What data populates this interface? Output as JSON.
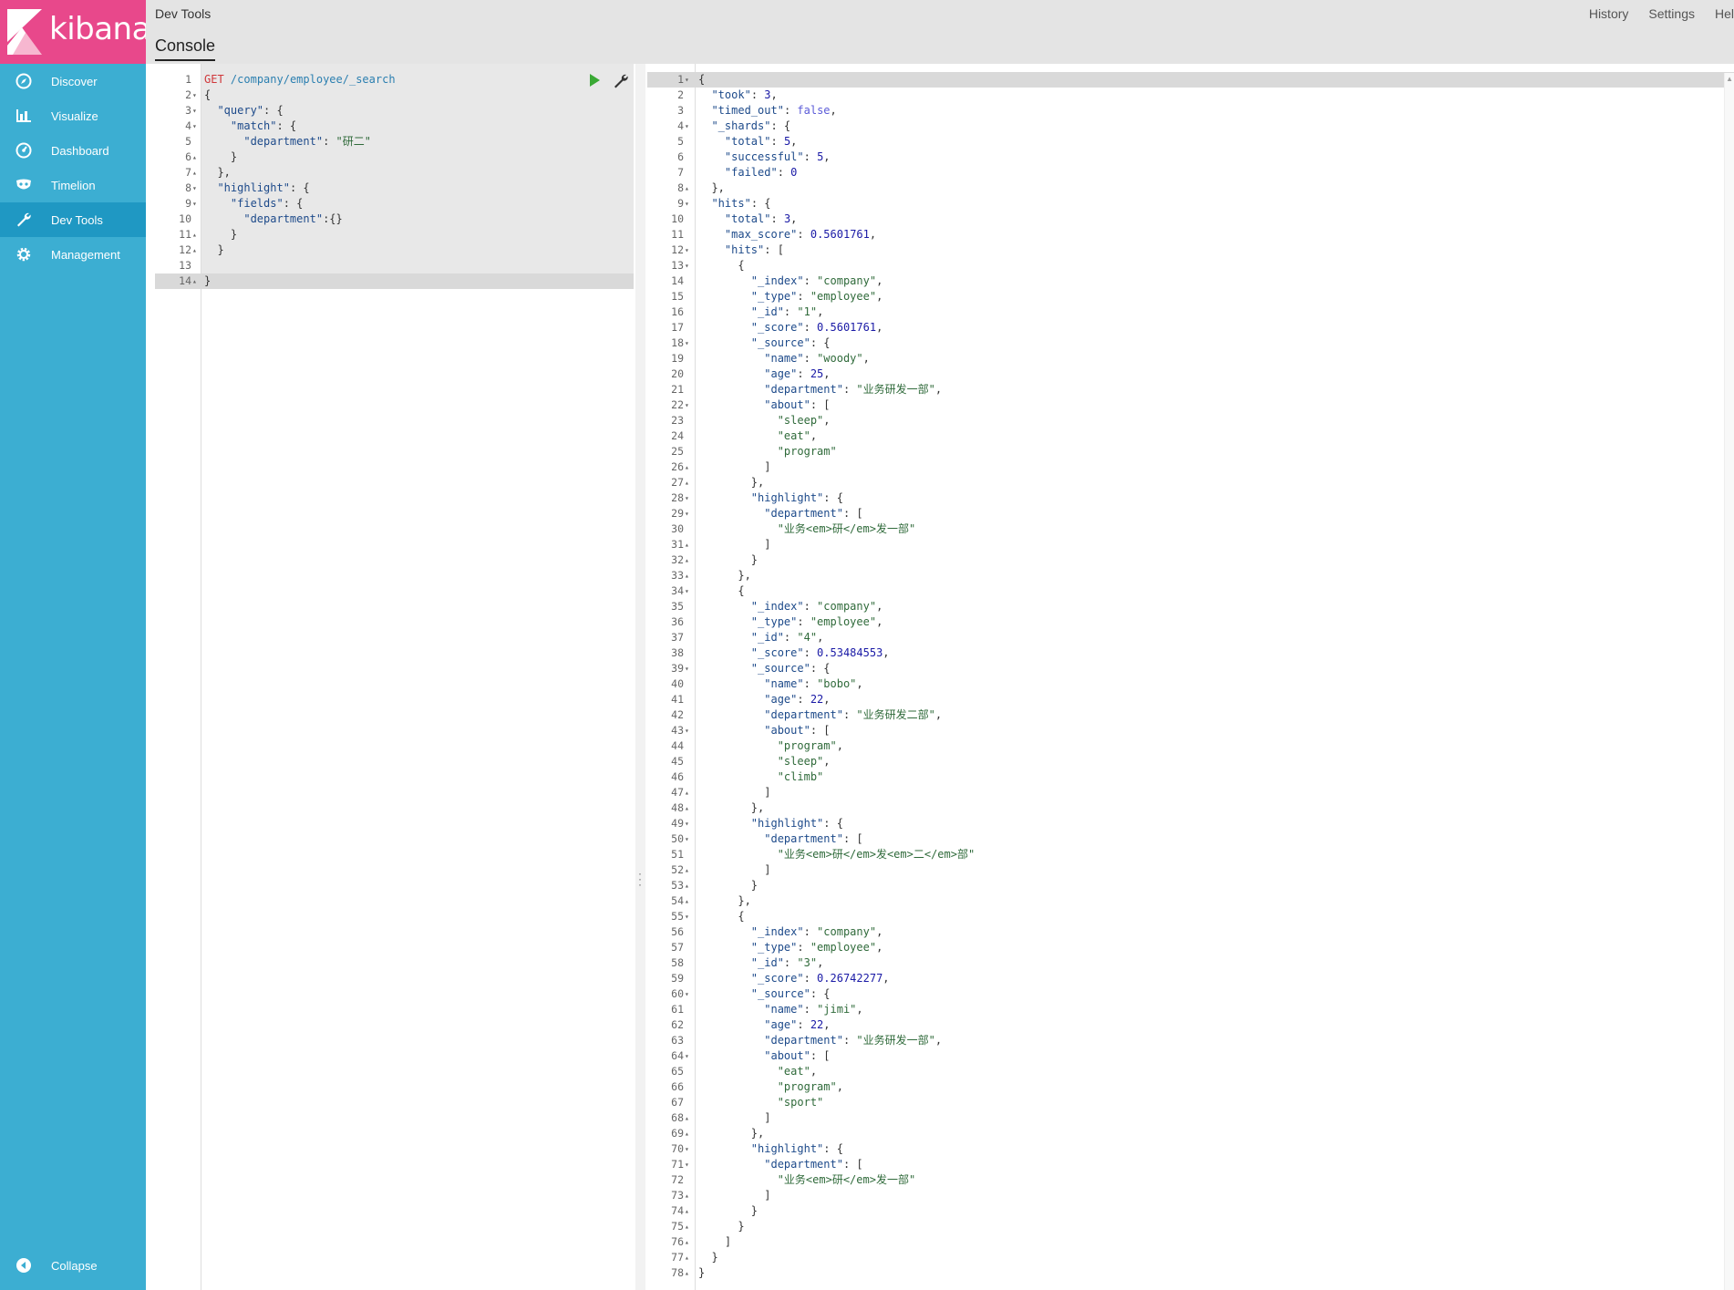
{
  "brand": {
    "name": "kibana",
    "color": "#e8488b",
    "sidebar_color": "#3caed2"
  },
  "sidebar": {
    "items": [
      {
        "label": "Discover",
        "icon": "compass-icon"
      },
      {
        "label": "Visualize",
        "icon": "bar-chart-icon"
      },
      {
        "label": "Dashboard",
        "icon": "dashboard-icon"
      },
      {
        "label": "Timelion",
        "icon": "mask-icon"
      },
      {
        "label": "Dev Tools",
        "icon": "wrench-icon",
        "active": true
      },
      {
        "label": "Management",
        "icon": "gear-icon"
      }
    ],
    "collapse_label": "Collapse"
  },
  "header": {
    "app_title": "Dev Tools",
    "tab": "Console",
    "links": [
      "History",
      "Settings",
      "Hel"
    ]
  },
  "request": {
    "method": "GET",
    "path": "/company/employee/_search",
    "lines": [
      {
        "n": "1",
        "fold": "",
        "text": ""
      },
      {
        "n": "2",
        "fold": "▾",
        "text": "{"
      },
      {
        "n": "3",
        "fold": "▾",
        "text": "  \"query\": {"
      },
      {
        "n": "4",
        "fold": "▾",
        "text": "    \"match\": {"
      },
      {
        "n": "5",
        "fold": "",
        "text": "      \"department\": \"研二\""
      },
      {
        "n": "6",
        "fold": "▴",
        "text": "    }"
      },
      {
        "n": "7",
        "fold": "▴",
        "text": "  },"
      },
      {
        "n": "8",
        "fold": "▾",
        "text": "  \"highlight\": {"
      },
      {
        "n": "9",
        "fold": "▾",
        "text": "    \"fields\": {"
      },
      {
        "n": "10",
        "fold": "",
        "text": "      \"department\":{}"
      },
      {
        "n": "11",
        "fold": "▴",
        "text": "    }"
      },
      {
        "n": "12",
        "fold": "▴",
        "text": "  }"
      },
      {
        "n": "13",
        "fold": "",
        "text": ""
      },
      {
        "n": "14",
        "fold": "▴",
        "text": "}"
      }
    ]
  },
  "response": {
    "lines": [
      {
        "n": "1",
        "fold": "▾",
        "text": "{"
      },
      {
        "n": "2",
        "fold": "",
        "text": "  \"took\": 3,"
      },
      {
        "n": "3",
        "fold": "",
        "text": "  \"timed_out\": false,"
      },
      {
        "n": "4",
        "fold": "▾",
        "text": "  \"_shards\": {"
      },
      {
        "n": "5",
        "fold": "",
        "text": "    \"total\": 5,"
      },
      {
        "n": "6",
        "fold": "",
        "text": "    \"successful\": 5,"
      },
      {
        "n": "7",
        "fold": "",
        "text": "    \"failed\": 0"
      },
      {
        "n": "8",
        "fold": "▴",
        "text": "  },"
      },
      {
        "n": "9",
        "fold": "▾",
        "text": "  \"hits\": {"
      },
      {
        "n": "10",
        "fold": "",
        "text": "    \"total\": 3,"
      },
      {
        "n": "11",
        "fold": "",
        "text": "    \"max_score\": 0.5601761,"
      },
      {
        "n": "12",
        "fold": "▾",
        "text": "    \"hits\": ["
      },
      {
        "n": "13",
        "fold": "▾",
        "text": "      {"
      },
      {
        "n": "14",
        "fold": "",
        "text": "        \"_index\": \"company\","
      },
      {
        "n": "15",
        "fold": "",
        "text": "        \"_type\": \"employee\","
      },
      {
        "n": "16",
        "fold": "",
        "text": "        \"_id\": \"1\","
      },
      {
        "n": "17",
        "fold": "",
        "text": "        \"_score\": 0.5601761,"
      },
      {
        "n": "18",
        "fold": "▾",
        "text": "        \"_source\": {"
      },
      {
        "n": "19",
        "fold": "",
        "text": "          \"name\": \"woody\","
      },
      {
        "n": "20",
        "fold": "",
        "text": "          \"age\": 25,"
      },
      {
        "n": "21",
        "fold": "",
        "text": "          \"department\": \"业务研发一部\","
      },
      {
        "n": "22",
        "fold": "▾",
        "text": "          \"about\": ["
      },
      {
        "n": "23",
        "fold": "",
        "text": "            \"sleep\","
      },
      {
        "n": "24",
        "fold": "",
        "text": "            \"eat\","
      },
      {
        "n": "25",
        "fold": "",
        "text": "            \"program\""
      },
      {
        "n": "26",
        "fold": "▴",
        "text": "          ]"
      },
      {
        "n": "27",
        "fold": "▴",
        "text": "        },"
      },
      {
        "n": "28",
        "fold": "▾",
        "text": "        \"highlight\": {"
      },
      {
        "n": "29",
        "fold": "▾",
        "text": "          \"department\": ["
      },
      {
        "n": "30",
        "fold": "",
        "text": "            \"业务<em>研</em>发一部\""
      },
      {
        "n": "31",
        "fold": "▴",
        "text": "          ]"
      },
      {
        "n": "32",
        "fold": "▴",
        "text": "        }"
      },
      {
        "n": "33",
        "fold": "▴",
        "text": "      },"
      },
      {
        "n": "34",
        "fold": "▾",
        "text": "      {"
      },
      {
        "n": "35",
        "fold": "",
        "text": "        \"_index\": \"company\","
      },
      {
        "n": "36",
        "fold": "",
        "text": "        \"_type\": \"employee\","
      },
      {
        "n": "37",
        "fold": "",
        "text": "        \"_id\": \"4\","
      },
      {
        "n": "38",
        "fold": "",
        "text": "        \"_score\": 0.53484553,"
      },
      {
        "n": "39",
        "fold": "▾",
        "text": "        \"_source\": {"
      },
      {
        "n": "40",
        "fold": "",
        "text": "          \"name\": \"bobo\","
      },
      {
        "n": "41",
        "fold": "",
        "text": "          \"age\": 22,"
      },
      {
        "n": "42",
        "fold": "",
        "text": "          \"department\": \"业务研发二部\","
      },
      {
        "n": "43",
        "fold": "▾",
        "text": "          \"about\": ["
      },
      {
        "n": "44",
        "fold": "",
        "text": "            \"program\","
      },
      {
        "n": "45",
        "fold": "",
        "text": "            \"sleep\","
      },
      {
        "n": "46",
        "fold": "",
        "text": "            \"climb\""
      },
      {
        "n": "47",
        "fold": "▴",
        "text": "          ]"
      },
      {
        "n": "48",
        "fold": "▴",
        "text": "        },"
      },
      {
        "n": "49",
        "fold": "▾",
        "text": "        \"highlight\": {"
      },
      {
        "n": "50",
        "fold": "▾",
        "text": "          \"department\": ["
      },
      {
        "n": "51",
        "fold": "",
        "text": "            \"业务<em>研</em>发<em>二</em>部\""
      },
      {
        "n": "52",
        "fold": "▴",
        "text": "          ]"
      },
      {
        "n": "53",
        "fold": "▴",
        "text": "        }"
      },
      {
        "n": "54",
        "fold": "▴",
        "text": "      },"
      },
      {
        "n": "55",
        "fold": "▾",
        "text": "      {"
      },
      {
        "n": "56",
        "fold": "",
        "text": "        \"_index\": \"company\","
      },
      {
        "n": "57",
        "fold": "",
        "text": "        \"_type\": \"employee\","
      },
      {
        "n": "58",
        "fold": "",
        "text": "        \"_id\": \"3\","
      },
      {
        "n": "59",
        "fold": "",
        "text": "        \"_score\": 0.26742277,"
      },
      {
        "n": "60",
        "fold": "▾",
        "text": "        \"_source\": {"
      },
      {
        "n": "61",
        "fold": "",
        "text": "          \"name\": \"jimi\","
      },
      {
        "n": "62",
        "fold": "",
        "text": "          \"age\": 22,"
      },
      {
        "n": "63",
        "fold": "",
        "text": "          \"department\": \"业务研发一部\","
      },
      {
        "n": "64",
        "fold": "▾",
        "text": "          \"about\": ["
      },
      {
        "n": "65",
        "fold": "",
        "text": "            \"eat\","
      },
      {
        "n": "66",
        "fold": "",
        "text": "            \"program\","
      },
      {
        "n": "67",
        "fold": "",
        "text": "            \"sport\""
      },
      {
        "n": "68",
        "fold": "▴",
        "text": "          ]"
      },
      {
        "n": "69",
        "fold": "▴",
        "text": "        },"
      },
      {
        "n": "70",
        "fold": "▾",
        "text": "        \"highlight\": {"
      },
      {
        "n": "71",
        "fold": "▾",
        "text": "          \"department\": ["
      },
      {
        "n": "72",
        "fold": "",
        "text": "            \"业务<em>研</em>发一部\""
      },
      {
        "n": "73",
        "fold": "▴",
        "text": "          ]"
      },
      {
        "n": "74",
        "fold": "▴",
        "text": "        }"
      },
      {
        "n": "75",
        "fold": "▴",
        "text": "      }"
      },
      {
        "n": "76",
        "fold": "▴",
        "text": "    ]"
      },
      {
        "n": "77",
        "fold": "▴",
        "text": "  }"
      },
      {
        "n": "78",
        "fold": "▴",
        "text": "}"
      }
    ]
  }
}
